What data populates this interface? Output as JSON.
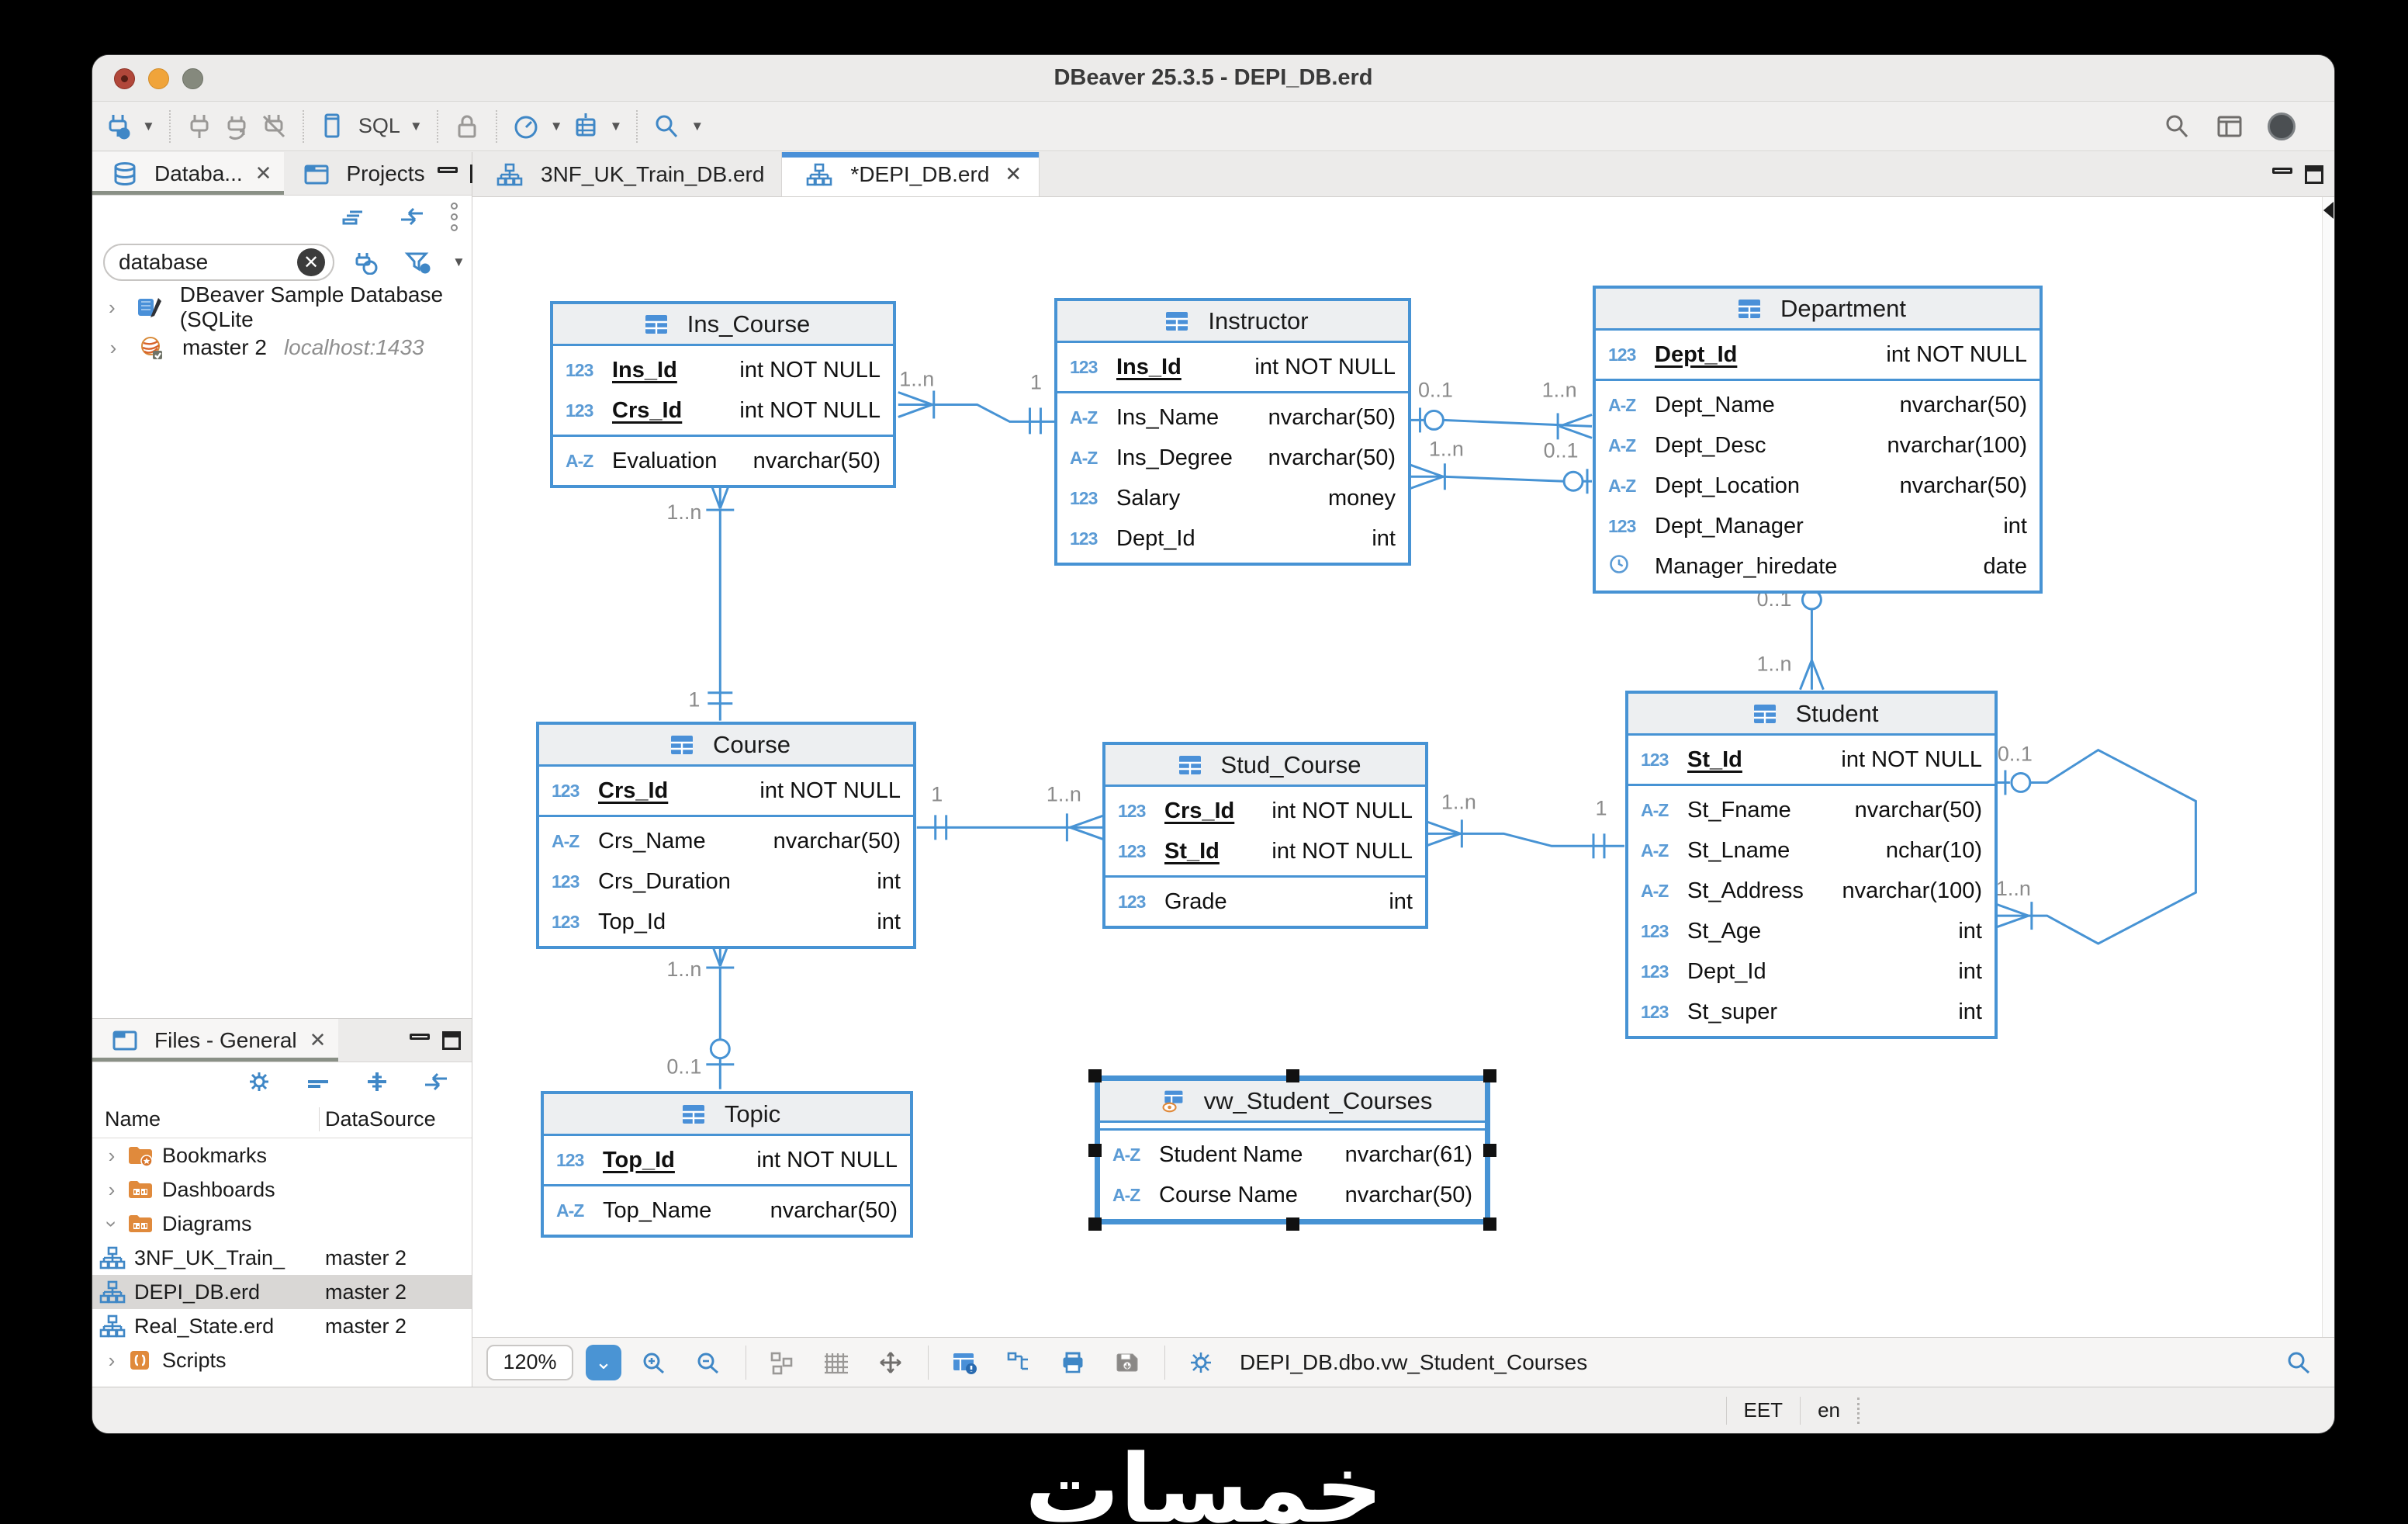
{
  "window": {
    "title": "DBeaver 25.3.5 - DEPI_DB.erd"
  },
  "toolbar": {
    "sql_label": "SQL",
    "icons": [
      "new-connection",
      "disconnect",
      "reconnect",
      "close-connection",
      "sql-editor",
      "lock",
      "dashboard",
      "commit-mode",
      "search"
    ],
    "right_icons": [
      "search",
      "layout",
      "profile"
    ]
  },
  "nav_panel": {
    "tab_database": "Databa...",
    "tab_projects": "Projects",
    "search_value": "database",
    "items": [
      {
        "label": "DBeaver Sample Database (SQLite",
        "detail": ""
      },
      {
        "label": "master 2",
        "detail": "localhost:1433"
      }
    ]
  },
  "files_panel": {
    "tab": "Files - General",
    "col_name": "Name",
    "col_datasource": "DataSource",
    "rows": [
      {
        "label": "Bookmarks",
        "ds": ""
      },
      {
        "label": "Dashboards",
        "ds": ""
      },
      {
        "label": "Diagrams",
        "ds": ""
      },
      {
        "label": "3NF_UK_Train_",
        "ds": "master 2"
      },
      {
        "label": "DEPI_DB.erd",
        "ds": "master 2"
      },
      {
        "label": "Real_State.erd",
        "ds": "master 2"
      },
      {
        "label": "Scripts",
        "ds": ""
      }
    ]
  },
  "editor": {
    "tabs": [
      {
        "label": "3NF_UK_Train_DB.erd"
      },
      {
        "label": "*DEPI_DB.erd"
      }
    ],
    "zoom": "120%",
    "context": "DEPI_DB.dbo.vw_Student_Courses"
  },
  "status": {
    "timezone": "EET",
    "lang": "en"
  },
  "watermark": "خمسات",
  "colors": {
    "accent_blue": "#4793d4",
    "folder_orange": "#e08a3c",
    "selected_gray": "#d9d7d5"
  },
  "erd": {
    "tables": [
      {
        "title": "Ins_Course",
        "columns": [
          {
            "icon": "123",
            "name": "Ins_Id",
            "type": "int NOT NULL",
            "pk": true
          },
          {
            "icon": "123",
            "name": "Crs_Id",
            "type": "int NOT NULL",
            "pk": true
          },
          {
            "icon": "A-Z",
            "name": "Evaluation",
            "type": "nvarchar(50)",
            "pk": false
          }
        ]
      },
      {
        "title": "Instructor",
        "columns": [
          {
            "icon": "123",
            "name": "Ins_Id",
            "type": "int NOT NULL",
            "pk": true
          },
          {
            "icon": "A-Z",
            "name": "Ins_Name",
            "type": "nvarchar(50)",
            "pk": false
          },
          {
            "icon": "A-Z",
            "name": "Ins_Degree",
            "type": "nvarchar(50)",
            "pk": false
          },
          {
            "icon": "123",
            "name": "Salary",
            "type": "money",
            "pk": false
          },
          {
            "icon": "123",
            "name": "Dept_Id",
            "type": "int",
            "pk": false
          }
        ]
      },
      {
        "title": "Department",
        "columns": [
          {
            "icon": "123",
            "name": "Dept_Id",
            "type": "int NOT NULL",
            "pk": true
          },
          {
            "icon": "A-Z",
            "name": "Dept_Name",
            "type": "nvarchar(50)",
            "pk": false
          },
          {
            "icon": "A-Z",
            "name": "Dept_Desc",
            "type": "nvarchar(100)",
            "pk": false
          },
          {
            "icon": "A-Z",
            "name": "Dept_Location",
            "type": "nvarchar(50)",
            "pk": false
          },
          {
            "icon": "123",
            "name": "Dept_Manager",
            "type": "int",
            "pk": false
          },
          {
            "icon": "clock",
            "name": "Manager_hiredate",
            "type": "date",
            "pk": false
          }
        ]
      },
      {
        "title": "Course",
        "columns": [
          {
            "icon": "123",
            "name": "Crs_Id",
            "type": "int NOT NULL",
            "pk": true
          },
          {
            "icon": "A-Z",
            "name": "Crs_Name",
            "type": "nvarchar(50)",
            "pk": false
          },
          {
            "icon": "123",
            "name": "Crs_Duration",
            "type": "int",
            "pk": false
          },
          {
            "icon": "123",
            "name": "Top_Id",
            "type": "int",
            "pk": false
          }
        ]
      },
      {
        "title": "Stud_Course",
        "columns": [
          {
            "icon": "123",
            "name": "Crs_Id",
            "type": "int NOT NULL",
            "pk": true
          },
          {
            "icon": "123",
            "name": "St_Id",
            "type": "int NOT NULL",
            "pk": true
          },
          {
            "icon": "123",
            "name": "Grade",
            "type": "int",
            "pk": false
          }
        ]
      },
      {
        "title": "Student",
        "columns": [
          {
            "icon": "123",
            "name": "St_Id",
            "type": "int NOT NULL",
            "pk": true
          },
          {
            "icon": "A-Z",
            "name": "St_Fname",
            "type": "nvarchar(50)",
            "pk": false
          },
          {
            "icon": "A-Z",
            "name": "St_Lname",
            "type": "nchar(10)",
            "pk": false
          },
          {
            "icon": "A-Z",
            "name": "St_Address",
            "type": "nvarchar(100)",
            "pk": false
          },
          {
            "icon": "123",
            "name": "St_Age",
            "type": "int",
            "pk": false
          },
          {
            "icon": "123",
            "name": "Dept_Id",
            "type": "int",
            "pk": false
          },
          {
            "icon": "123",
            "name": "St_super",
            "type": "int",
            "pk": false
          }
        ]
      },
      {
        "title": "Topic",
        "columns": [
          {
            "icon": "123",
            "name": "Top_Id",
            "type": "int NOT NULL",
            "pk": true
          },
          {
            "icon": "A-Z",
            "name": "Top_Name",
            "type": "nvarchar(50)",
            "pk": false
          }
        ]
      },
      {
        "title": "vw_Student_Courses",
        "is_view": true,
        "columns": [
          {
            "icon": "A-Z",
            "name": "Student Name",
            "type": "nvarchar(61)",
            "pk": false
          },
          {
            "icon": "A-Z",
            "name": "Course Name",
            "type": "nvarchar(50)",
            "pk": false
          }
        ]
      }
    ],
    "relationships": [
      {
        "from": "Ins_Course",
        "to": "Instructor",
        "a": "1..n",
        "b": "1"
      },
      {
        "from": "Instructor",
        "to": "Department",
        "a": "0..1",
        "b": "1..n"
      },
      {
        "from": "Instructor",
        "to": "Department",
        "a": "1..n",
        "b": "0..1"
      },
      {
        "from": "Ins_Course",
        "to": "Course",
        "a": "1..n",
        "b": "1"
      },
      {
        "from": "Course",
        "to": "Topic",
        "a": "1..n",
        "b": "0..1"
      },
      {
        "from": "Course",
        "to": "Stud_Course",
        "a": "1",
        "b": "1..n"
      },
      {
        "from": "Stud_Course",
        "to": "Student",
        "a": "1..n",
        "b": "1"
      },
      {
        "from": "Department",
        "to": "Student",
        "a": "0..1",
        "b": "1..n"
      },
      {
        "from": "Student",
        "to": "Student",
        "a": "0..1",
        "b": "1..n"
      }
    ]
  }
}
